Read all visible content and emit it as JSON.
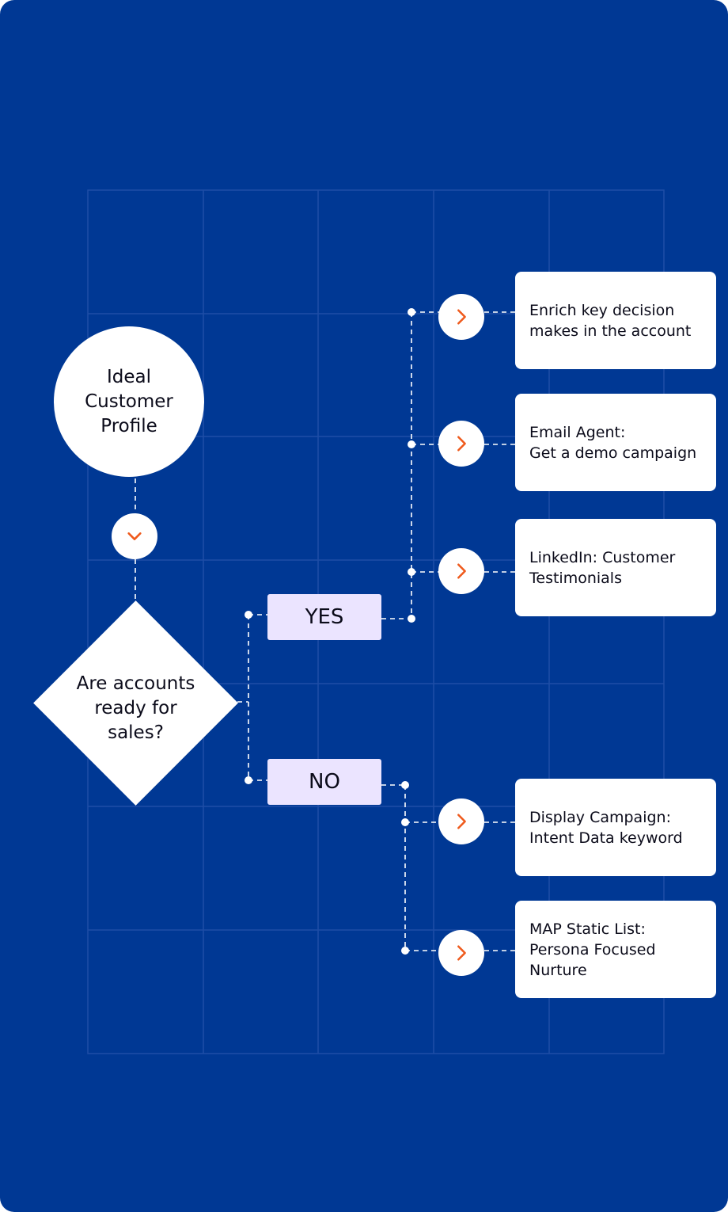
{
  "colors": {
    "background": "#003894",
    "grid": "#1f4ea6",
    "node": "#ffffff",
    "branch_label_bg": "#ebe4ff",
    "accent_icon": "#ef5a1c",
    "text": "#0b0b1a"
  },
  "start_node": {
    "text": "Ideal\nCustomer\nProfile"
  },
  "connector_icon": "chevron-down-icon",
  "decision": {
    "text": "Are accounts\nready for\nsales?"
  },
  "branches": {
    "yes": {
      "label": "YES",
      "actions": [
        {
          "icon": "chevron-right-icon",
          "lines": [
            "Enrich key decision",
            "makes in the account"
          ]
        },
        {
          "icon": "chevron-right-icon",
          "lines": [
            "Email Agent:",
            "Get a demo campaign"
          ]
        },
        {
          "icon": "chevron-right-icon",
          "lines": [
            "LinkedIn: Customer",
            "Testimonials"
          ]
        }
      ]
    },
    "no": {
      "label": "NO",
      "actions": [
        {
          "icon": "chevron-right-icon",
          "lines": [
            "Display Campaign:",
            "Intent Data keyword"
          ]
        },
        {
          "icon": "chevron-right-icon",
          "lines": [
            "MAP Static List:",
            "Persona Focused",
            "Nurture"
          ]
        }
      ]
    }
  }
}
